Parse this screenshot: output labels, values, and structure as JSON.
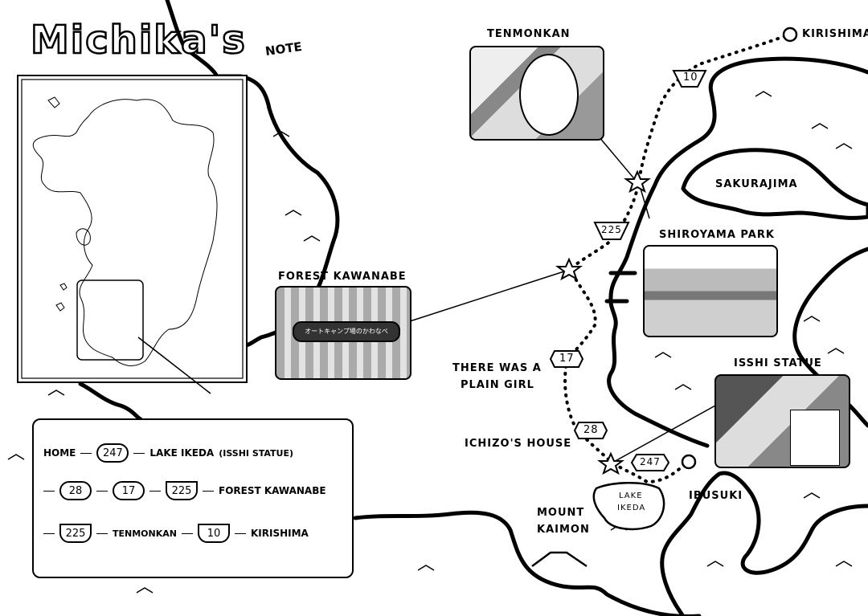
{
  "title": "Michika's",
  "note_word": "NOTE",
  "places": {
    "tenmonkan": "TENMONKAN",
    "kirishima": "KIRISHIMA",
    "sakurajima": "SAKURAJIMA",
    "shiroyama": "SHIROYAMA PARK",
    "forest": "FOREST KAWANABE",
    "girl_line1": "THERE WAS A",
    "girl_line2": "PLAIN GIRL",
    "isshi": "ISSHI STATUE",
    "ichizo": "ICHIZO'S HOUSE",
    "lake_line1": "LAKE",
    "lake_line2": "IKEDA",
    "ibusuki": "IBUSUKI",
    "kaimon_line1": "MOUNT",
    "kaimon_line2": "KAIMON"
  },
  "routes": {
    "r10": "10",
    "r225": "225",
    "r17": "17",
    "r28": "28",
    "r247": "247"
  },
  "sign_text": "オートキャンプ場のかわなべ",
  "legend": {
    "row1": {
      "start": "HOME",
      "route": "247",
      "dest": "LAKE IKEDA",
      "paren": "(ISSHI STATUE)"
    },
    "row2": {
      "r1": "28",
      "r2": "17",
      "r3": "225",
      "dest": "FOREST KAWANABE"
    },
    "row3": {
      "r1": "225",
      "mid": "TENMONKAN",
      "r2": "10",
      "dest": "KIRISHIMA"
    }
  },
  "colors": {
    "ink": "#000000",
    "paper": "#ffffff",
    "photo_gray": "#9a9a9a"
  }
}
